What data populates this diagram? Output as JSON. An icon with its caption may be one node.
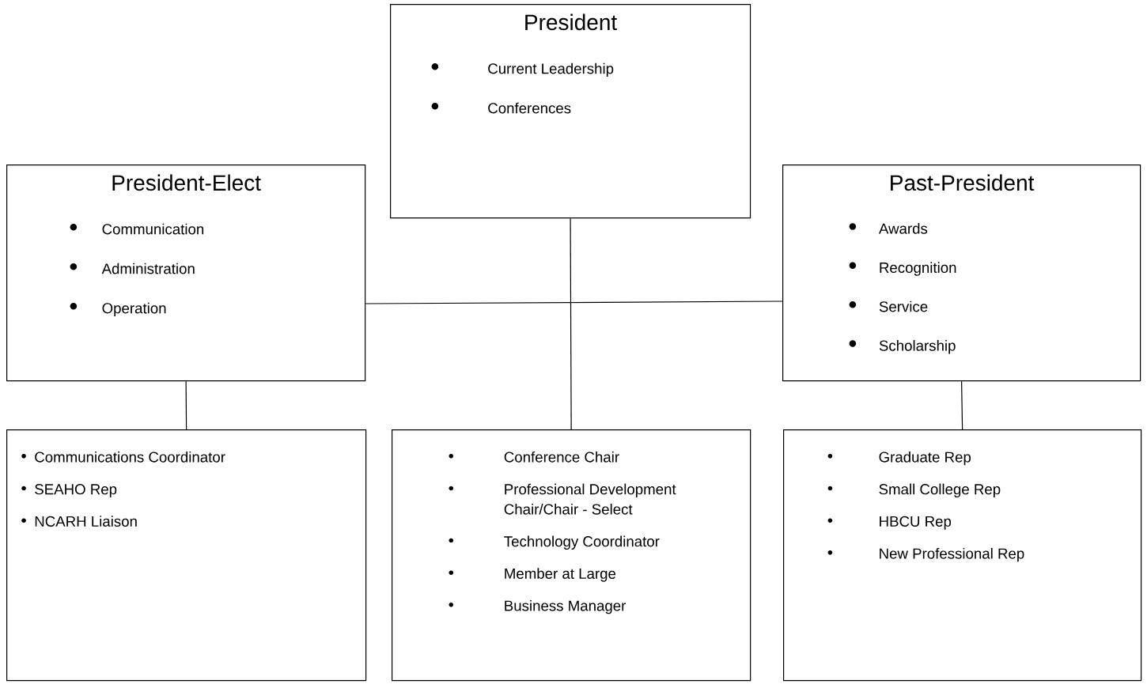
{
  "diagram": {
    "nodes": [
      {
        "text": [
          "President",
          "Current Leadership",
          "Conferences"
        ]
      },
      {
        "text": [
          "President-Elect",
          "Communication",
          "Administration",
          "Operation"
        ]
      },
      {
        "text": [
          "Past-President",
          "Awards",
          "Recognition",
          "Service",
          "Scholarship"
        ]
      },
      {
        "text": [
          "Communications Coordinator",
          "SEAHO Rep",
          "NCARH Liaison"
        ]
      },
      {
        "text": [
          "Conference Chair",
          "Professional Development Chair/Chair - Select",
          "Technology Coordinator",
          "Member at Large",
          "Business Manager"
        ]
      },
      {
        "text": [
          "Graduate Rep",
          "Small College Rep",
          "HBCU Rep",
          "New Professional Rep"
        ]
      }
    ],
    "edges": [
      {
        "from": 0,
        "to": 4,
        "arrow": "none"
      },
      {
        "from": 1,
        "to": 2,
        "arrow": "none"
      },
      {
        "from": 1,
        "to": 3,
        "arrow": "none"
      },
      {
        "from": 2,
        "to": 5,
        "arrow": "none"
      }
    ]
  }
}
